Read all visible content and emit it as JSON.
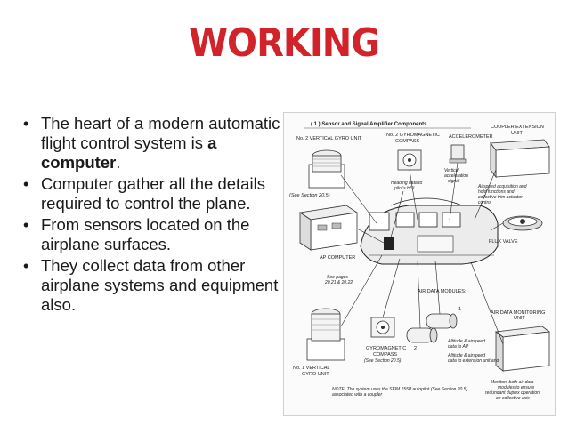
{
  "slide": {
    "title": "WORKING",
    "title_color": "#d2232a"
  },
  "bullets": [
    {
      "before": "The heart of a modern automatic flight control system is ",
      "bold": "a computer",
      "after": "."
    },
    {
      "before": "Computer gather all the details required to control the plane.",
      "bold": "",
      "after": ""
    },
    {
      "before": "From sensors located on the airplane surfaces.",
      "bold": "",
      "after": ""
    },
    {
      "before": "They collect data from other airplane systems and equipment also.",
      "bold": "",
      "after": ""
    }
  ],
  "diagram": {
    "header": "( 1 )  Sensor and Signal Amplifier Components",
    "labels": {
      "vertical_gyro_2": "No. 2 VERTICAL GYRO UNIT",
      "gyromagnetic_2_line1": "No. 2 GYROMAGNETIC",
      "gyromagnetic_2_line2": "COMPASS",
      "accelerometer": "ACCELEROMETER",
      "coupler_line1": "COUPLER EXTENSION",
      "coupler_line2": "UNIT",
      "see_section_top": "(See Section 20.5)",
      "heading_line1": "Heading data to",
      "heading_line2": "pilot's HSI",
      "vertical_accel_line1": "Vertical",
      "vertical_accel_line2": "acceleration",
      "vertical_accel_line3": "signal",
      "airspeed_acq_line1": "Airspeed acquisition and",
      "airspeed_acq_line2": "hold functions and",
      "airspeed_acq_line3": "collective trim actuator",
      "airspeed_acq_line4": "control",
      "flux_valve": "FLUX VALVE",
      "ap_computer": "AP COMPUTER",
      "see_pages_line1": "See pages",
      "see_pages_line2": "20.21 & 20.22",
      "air_data_modules": "AIR DATA MODULES:",
      "num_1": "1",
      "num_2": "2",
      "air_data_monitor_line1": "AIR DATA MONITORING",
      "air_data_monitor_line2": "UNIT",
      "vertical_gyro_1_line1": "No. 1 VERTICAL",
      "vertical_gyro_1_line2": "GYRO UNIT",
      "gyromagnetic_1_line1": "GYROMAGNETIC",
      "gyromagnetic_1_line2": "COMPASS",
      "gyromagnetic_1_line3": "(See Section 20.5)",
      "altitude1_line1": "Altitude & airspeed",
      "altitude1_line2": "data to AP",
      "altitude2_line1": "Altitude & airspeed",
      "altitude2_line2": "data to extension unit and",
      "monitors_line1": "Monitors both air data",
      "monitors_line2": "modules to ensure",
      "monitors_line3": "redundant duplex operation",
      "monitors_line4": "on collective axis",
      "note_line1": "NOTE: The system uses the SFIM 155P autopilot (See Section 20.5)",
      "note_line2": "associated with a coupler"
    }
  }
}
